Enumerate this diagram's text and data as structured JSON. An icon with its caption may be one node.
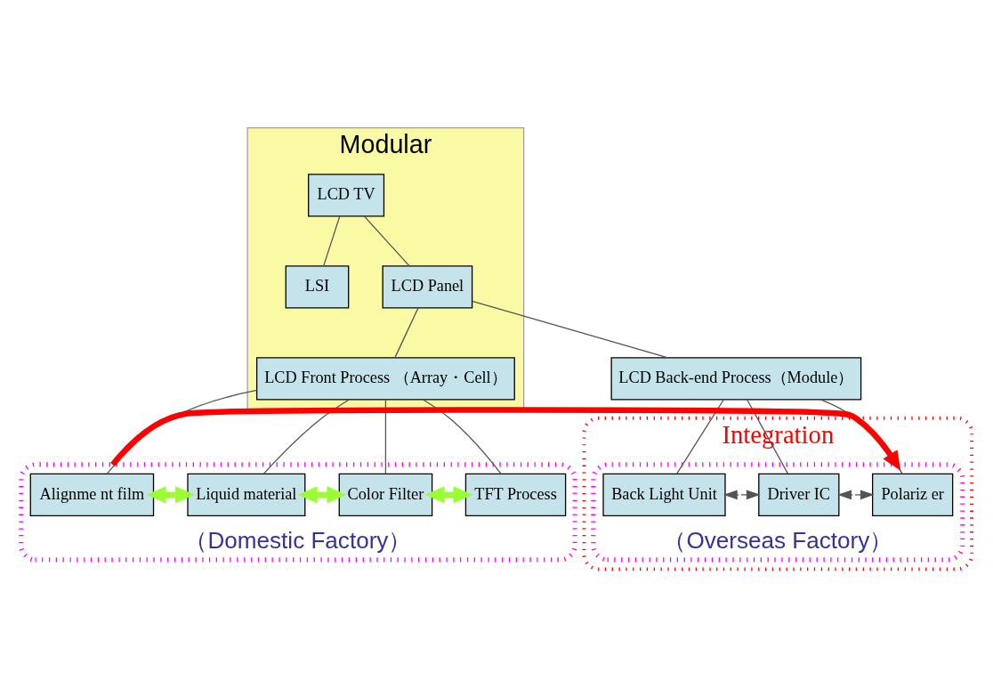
{
  "diagram": {
    "nodes": [
      {
        "text": [
          "Modular"
        ]
      },
      {
        "text": [
          "LCD TV"
        ],
        "in": 0
      },
      {
        "text": [
          "LSI"
        ],
        "in": 0
      },
      {
        "text": [
          "LCD Panel"
        ],
        "in": 0
      },
      {
        "text": [
          "LCD Front Process （Array・Cell）"
        ],
        "in": 0
      },
      {
        "text": [
          "LCD Back-end Process（Module）"
        ]
      },
      {
        "text": [
          "Integration"
        ]
      },
      {
        "text": [],
        "shape": "box",
        "beside": [
          "（Domestic Factory）"
        ]
      },
      {
        "text": [
          "TFT Process"
        ],
        "in": 7
      },
      {
        "text": [
          "Color Filter"
        ],
        "in": 7
      },
      {
        "text": [
          "Liquid material"
        ],
        "in": 7
      },
      {
        "text": [
          "Alignme nt film"
        ],
        "in": 7
      },
      {
        "text": [],
        "shape": "box",
        "in": 6,
        "beside": [
          "（Overseas Factory）"
        ]
      },
      {
        "text": [
          "Polariz er"
        ],
        "in": 12
      },
      {
        "text": [
          "Driver IC"
        ],
        "in": 12
      },
      {
        "text": [
          "Back Light Unit"
        ],
        "in": 12
      }
    ],
    "edges": [
      {
        "from": 1,
        "to": 2,
        "arrow": "none"
      },
      {
        "from": 1,
        "to": 3,
        "arrow": "none"
      },
      {
        "from": 3,
        "to": 4,
        "arrow": "none"
      },
      {
        "from": 3,
        "to": 5,
        "arrow": "none"
      },
      {
        "from": 4,
        "to": 8,
        "arrow": "none"
      },
      {
        "from": 4,
        "to": 9,
        "arrow": "none"
      },
      {
        "from": 4,
        "to": 10,
        "arrow": "none"
      },
      {
        "from": 4,
        "to": 11,
        "arrow": "none"
      },
      {
        "from": 5,
        "to": 13,
        "arrow": "none"
      },
      {
        "from": 5,
        "to": 14,
        "arrow": "none"
      },
      {
        "from": 5,
        "to": 15,
        "arrow": "none"
      },
      {
        "from": 8,
        "to": 9,
        "arrow": "both",
        "style": "thick",
        "color": "#99ff33"
      },
      {
        "from": 9,
        "to": 10,
        "arrow": "both",
        "style": "thick",
        "color": "#99ff33"
      },
      {
        "from": 10,
        "to": 11,
        "arrow": "both",
        "style": "thick",
        "color": "#99ff33"
      },
      {
        "from": 13,
        "to": 14,
        "arrow": "both",
        "style": "dashed"
      },
      {
        "from": 14,
        "to": 15,
        "arrow": "both",
        "style": "dashed"
      },
      {
        "from": 7,
        "to": 12,
        "arrow": "to",
        "style": "thick",
        "color": "#ff0000"
      }
    ]
  }
}
